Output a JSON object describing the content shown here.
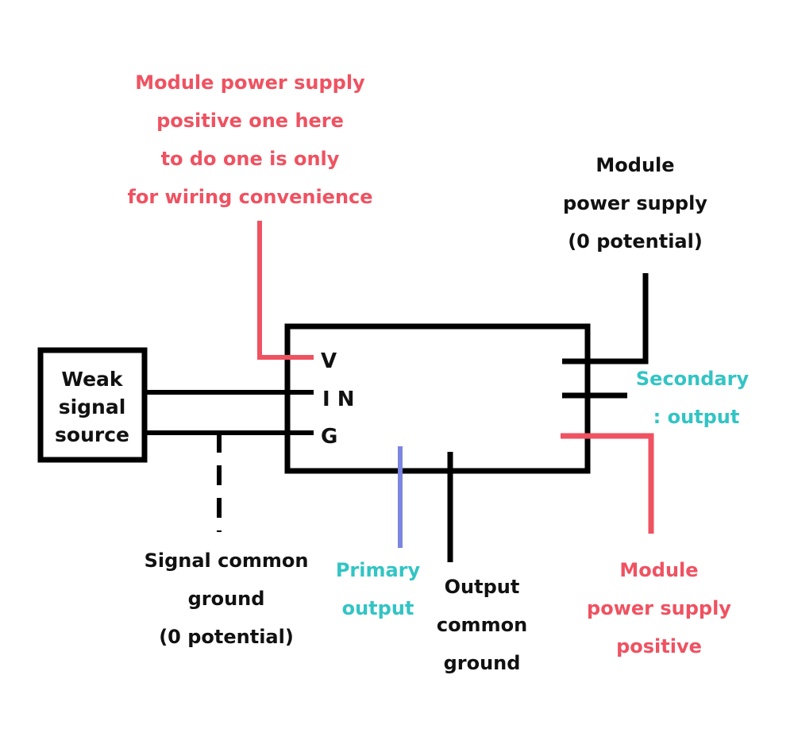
{
  "colors": {
    "power_positive": "#ef5261",
    "secondary_output": "#33c4c4",
    "primary_output_wire": "#7b86e0",
    "wire": "#000000"
  },
  "top_red_note": [
    "Module power supply",
    "positive one here",
    "to do one is only",
    "for wiring convenience"
  ],
  "module_supply_zero": [
    "Module",
    "power supply",
    "(0 potential)"
  ],
  "signal_source": [
    "Weak",
    "signal",
    "source"
  ],
  "pins": {
    "v": "V",
    "in": "I N",
    "g": "G"
  },
  "secondary_output": [
    "Secondary",
    ": output"
  ],
  "signal_common_ground": [
    "Signal common",
    "ground",
    "(0 potential)"
  ],
  "primary_output": [
    "Primary",
    "output"
  ],
  "output_common_ground": [
    "Output",
    "common",
    "ground"
  ],
  "module_supply_positive": [
    "Module",
    "power supply",
    "positive"
  ]
}
